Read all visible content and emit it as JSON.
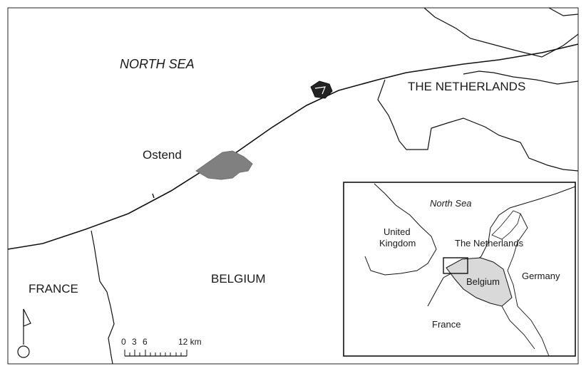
{
  "labels": {
    "sea": "NORTH SEA",
    "netherlands": "THE NETHERLANDS",
    "ostend": "Ostend",
    "belgium": "BELGIUM",
    "france": "FRANCE"
  },
  "inset": {
    "sea": "North Sea",
    "uk_line1": "United",
    "uk_line2": "Kingdom",
    "netherlands": "The Netherlands",
    "belgium": "Belgium",
    "germany": "Germany",
    "france": "France"
  },
  "scale_bar": {
    "ticks": [
      "0",
      "3",
      "6",
      "12 km"
    ]
  },
  "icons": {
    "north_arrow": "north-arrow-icon"
  },
  "colors": {
    "study_area": "#808080",
    "belgium_inset": "#d9d9d9",
    "line": "#111111"
  }
}
